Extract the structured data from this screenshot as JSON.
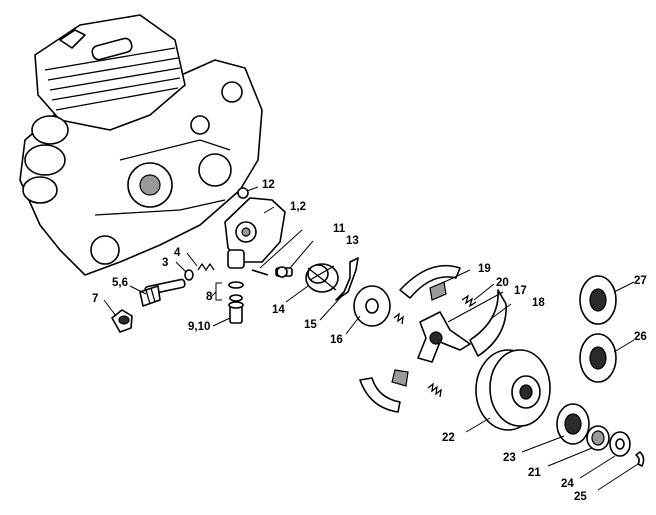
{
  "callouts": {
    "c1_2": "1,2",
    "c3": "3",
    "c4": "4",
    "c5_6": "5,6",
    "c7": "7",
    "c8": "8",
    "c9_10": "9,10",
    "c11": "11",
    "c12": "12",
    "c13": "13",
    "c14": "14",
    "c15": "15",
    "c16": "16",
    "c17": "17",
    "c18": "18",
    "c19": "19",
    "c20": "20",
    "c21": "21",
    "c22": "22",
    "c23": "23",
    "c24": "24",
    "c25": "25",
    "c26": "26",
    "c27": "27"
  },
  "colors": {
    "line": "#000000",
    "background": "#ffffff",
    "shade": "#9a9a9a"
  }
}
